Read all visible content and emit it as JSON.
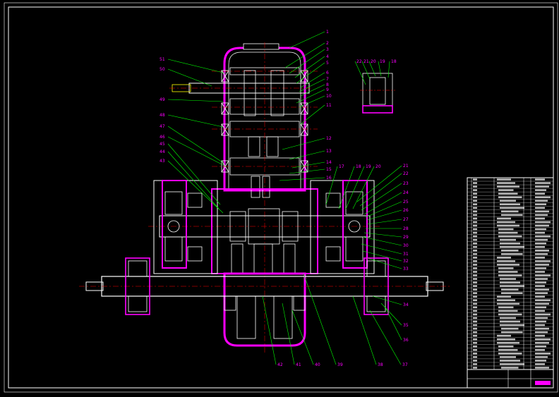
{
  "colors": {
    "background": "#000000",
    "outline": "#ffffff",
    "casing": "#ff00ff",
    "leader": "#00ff00",
    "center_line": "#ff0000",
    "hidden": "#ffff00",
    "part_number": "#ff00ff",
    "title_stamp": "#ff00ff"
  },
  "part_numbers": {
    "right_upper": [
      "1",
      "2",
      "3",
      "4",
      "5",
      "6",
      "7",
      "8",
      "9",
      "10",
      "11",
      "12",
      "13",
      "14",
      "15",
      "16"
    ],
    "left_upper": [
      "51",
      "50",
      "49",
      "48",
      "47",
      "46",
      "45",
      "44",
      "43"
    ],
    "detail_view": [
      "22",
      "21",
      "20",
      "19",
      "18"
    ],
    "mid_row": [
      "17",
      "18",
      "19",
      "20"
    ],
    "right_lower": [
      "21",
      "22",
      "23",
      "24",
      "25",
      "26",
      "27",
      "28",
      "29",
      "30",
      "31",
      "32",
      "33",
      "34",
      "35",
      "36"
    ],
    "bottom_row": [
      "42",
      "41",
      "40",
      "39",
      "38",
      "37"
    ]
  }
}
